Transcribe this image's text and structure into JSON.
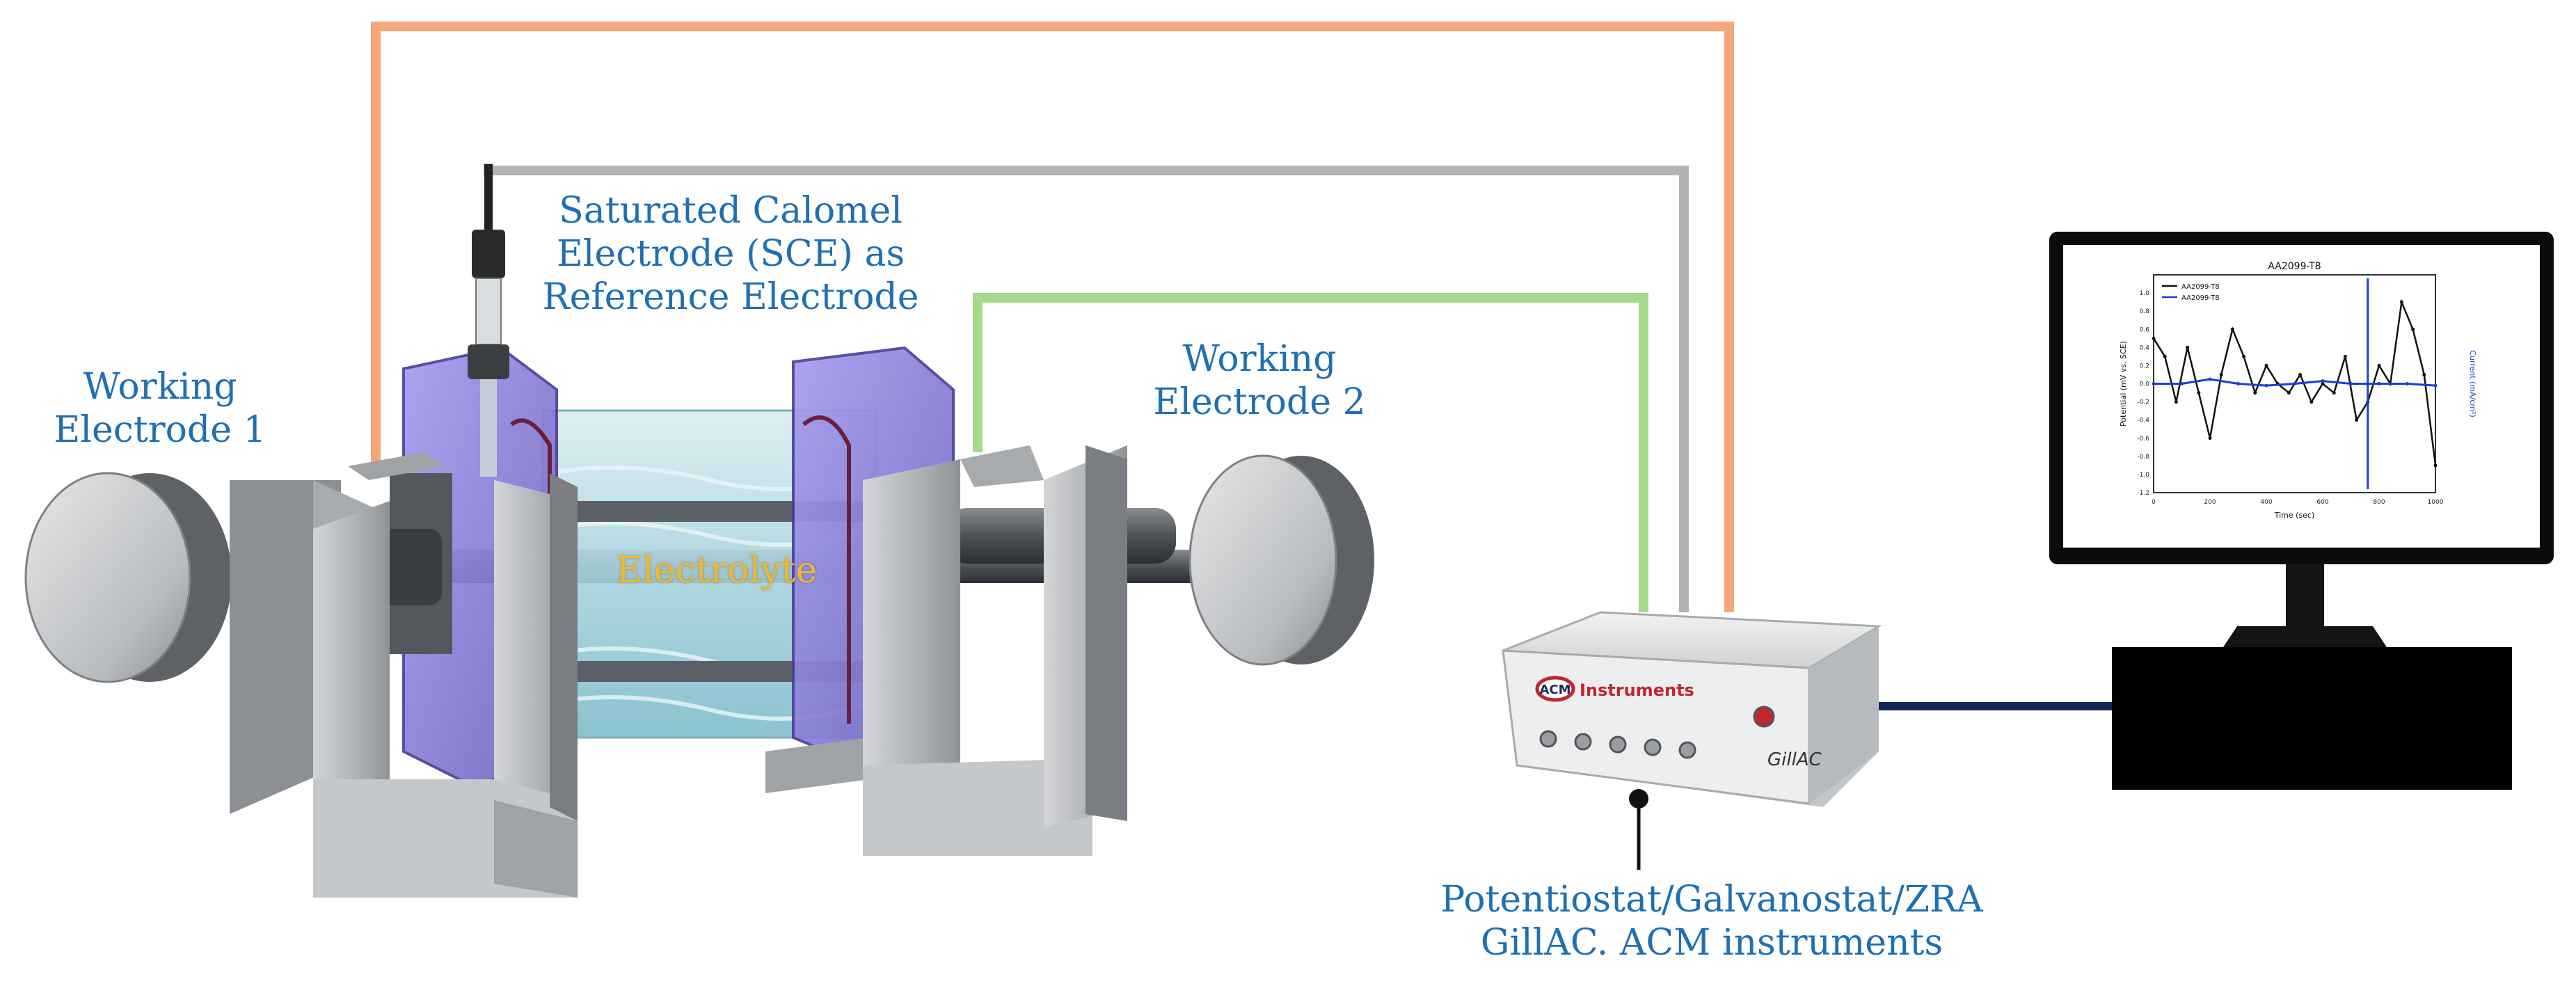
{
  "colors": {
    "label_blue": "#1f6fb3",
    "electrolyte_gold": "#f2b829",
    "wire_orange": "#f3a77a",
    "wire_gray": "#b3b3b3",
    "wire_green": "#a6d98a",
    "wire_navy": "#12285a",
    "cell_purple": "#8a7fd6",
    "steel": "#b9bcbf"
  },
  "labels": {
    "sce": [
      "Saturated Calomel",
      "Electrode (SCE) as",
      "Reference Electrode"
    ],
    "we1": [
      "Working",
      "Electrode 1"
    ],
    "we2": [
      "Working",
      "Electrode 2"
    ],
    "electrolyte": "Electrolyte",
    "instrument": [
      "Potentiostat/Galvanostat/ZRA",
      "GillAC. ACM instruments"
    ]
  },
  "device": {
    "brand": "ACM",
    "brand_text": "Instruments",
    "model": "GillAC"
  },
  "icons": {
    "electrode_disc": "disc-electrode-icon",
    "power_button": "power-button-icon",
    "connector": "bnc-connector-icon"
  },
  "monitor_chart": {
    "title": "AA2099-T8",
    "legend": [
      "AA2099-T8",
      "AA2099-T8"
    ],
    "xlabel": "Time (sec)",
    "ylabel_left": "Potential (mV vs. SCE)",
    "ylabel_right": "Current (mA/cm²)",
    "y_ticks_left": [
      "1.0",
      "0.8",
      "0.6",
      "0.4",
      "0.2",
      "0.0",
      "-0.2",
      "-0.4",
      "-0.6",
      "-0.8",
      "-1.0",
      "-1.2"
    ],
    "x_ticks": [
      "0",
      "200",
      "400",
      "600",
      "800",
      "1000"
    ]
  },
  "chart_data": {
    "type": "line",
    "title": "AA2099-T8",
    "xlabel": "Time (sec)",
    "ylabel": "Potential (mV vs. SCE)",
    "xlim": [
      0,
      1000
    ],
    "ylim": [
      -1.2,
      1.2
    ],
    "series": [
      {
        "name": "AA2099-T8",
        "x": [
          0,
          40,
          80,
          120,
          160,
          200,
          240,
          280,
          320,
          360,
          400,
          440,
          480,
          520,
          560,
          600,
          640,
          680,
          720,
          760,
          800,
          840,
          880,
          920,
          960,
          1000
        ],
        "values": [
          0.5,
          0.3,
          -0.2,
          0.4,
          -0.1,
          -0.6,
          0.1,
          0.6,
          0.3,
          -0.1,
          0.2,
          0.0,
          -0.1,
          0.1,
          -0.2,
          0.0,
          -0.1,
          0.3,
          -0.4,
          -0.2,
          0.2,
          0.0,
          0.9,
          0.6,
          0.1,
          -0.9
        ]
      },
      {
        "name": "AA2099-T8",
        "x": [
          0,
          100,
          200,
          300,
          400,
          500,
          600,
          700,
          760,
          800,
          900,
          1000
        ],
        "values": [
          0.0,
          0.0,
          0.05,
          0.0,
          -0.02,
          0.0,
          0.03,
          0.0,
          0.0,
          0.0,
          0.0,
          -0.02
        ]
      }
    ]
  }
}
